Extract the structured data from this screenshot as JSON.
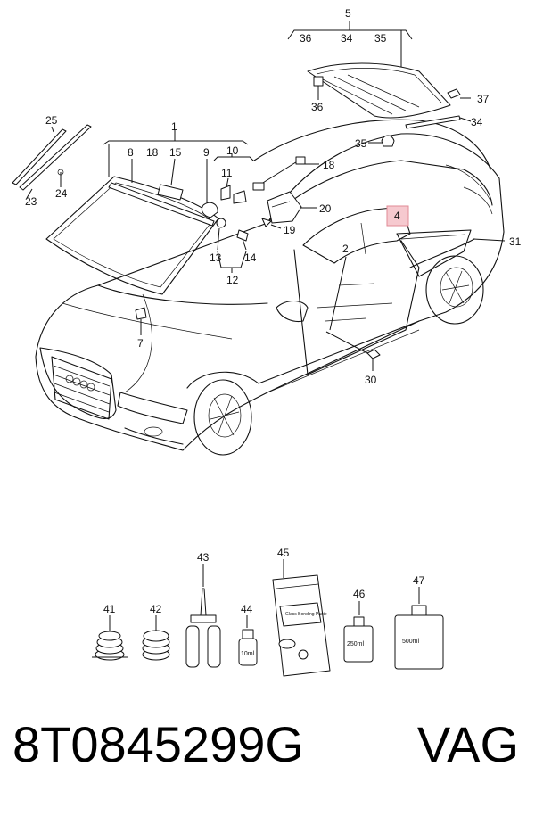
{
  "callouts": {
    "c1": "1",
    "c2": "2",
    "c4": "4",
    "c5": "5",
    "c7": "7",
    "c8": "8",
    "c9": "9",
    "c10": "10",
    "c11": "11",
    "c12": "12",
    "c13": "13",
    "c14": "14",
    "c15": "15",
    "c18a": "18",
    "c18b": "18",
    "c19": "19",
    "c20": "20",
    "c23": "23",
    "c24": "24",
    "c25": "25",
    "c30": "30",
    "c31": "31",
    "c34a": "34",
    "c34b": "34",
    "c35a": "35",
    "c35b": "35",
    "c36a": "36",
    "c36b": "36",
    "c37": "37",
    "c41": "41",
    "c42": "42",
    "c43": "43",
    "c44": "44",
    "c45": "45",
    "c46": "46",
    "c47": "47"
  },
  "product_labels": {
    "bottle_44": "10ml",
    "bottle_46": "250ml",
    "bottle_47": "500ml",
    "packet_45": "Glass Bonding Paste"
  },
  "highlight": {
    "part": "4",
    "color": "#f6c9cf"
  },
  "footer": {
    "part_number": "8T0845299G",
    "brand": "VAG"
  }
}
